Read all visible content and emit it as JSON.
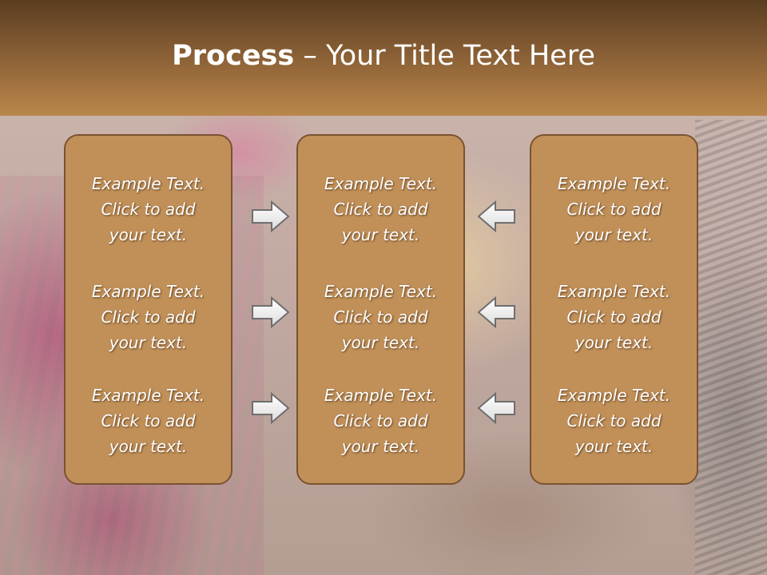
{
  "title": {
    "bold": "Process",
    "rest": " – Your Title Text Here"
  },
  "columns": [
    {
      "cells": [
        {
          "l1": "Example Text.",
          "l2": "Click  to add",
          "l3": "your text."
        },
        {
          "l1": "Example Text.",
          "l2": "Click  to add",
          "l3": "your text."
        },
        {
          "l1": "Example Text.",
          "l2": "Click  to add",
          "l3": "your text."
        }
      ]
    },
    {
      "cells": [
        {
          "l1": "Example Text.",
          "l2": "Click  to add",
          "l3": "your text."
        },
        {
          "l1": "Example Text.",
          "l2": "Click  to add",
          "l3": "your text."
        },
        {
          "l1": "Example Text.",
          "l2": "Click  to add",
          "l3": "your text."
        }
      ]
    },
    {
      "cells": [
        {
          "l1": "Example Text.",
          "l2": "Click  to add",
          "l3": "your text."
        },
        {
          "l1": "Example Text.",
          "l2": "Click  to add",
          "l3": "your text."
        },
        {
          "l1": "Example Text.",
          "l2": "Click  to add",
          "l3": "your text."
        }
      ]
    }
  ],
  "arrows": {
    "left_group": "right-arrow-icon",
    "right_group": "left-arrow-icon"
  },
  "colors": {
    "panel": "#c19058",
    "panel_border": "#7a5232",
    "banner": "#8a6035",
    "text": "#ffffff"
  }
}
